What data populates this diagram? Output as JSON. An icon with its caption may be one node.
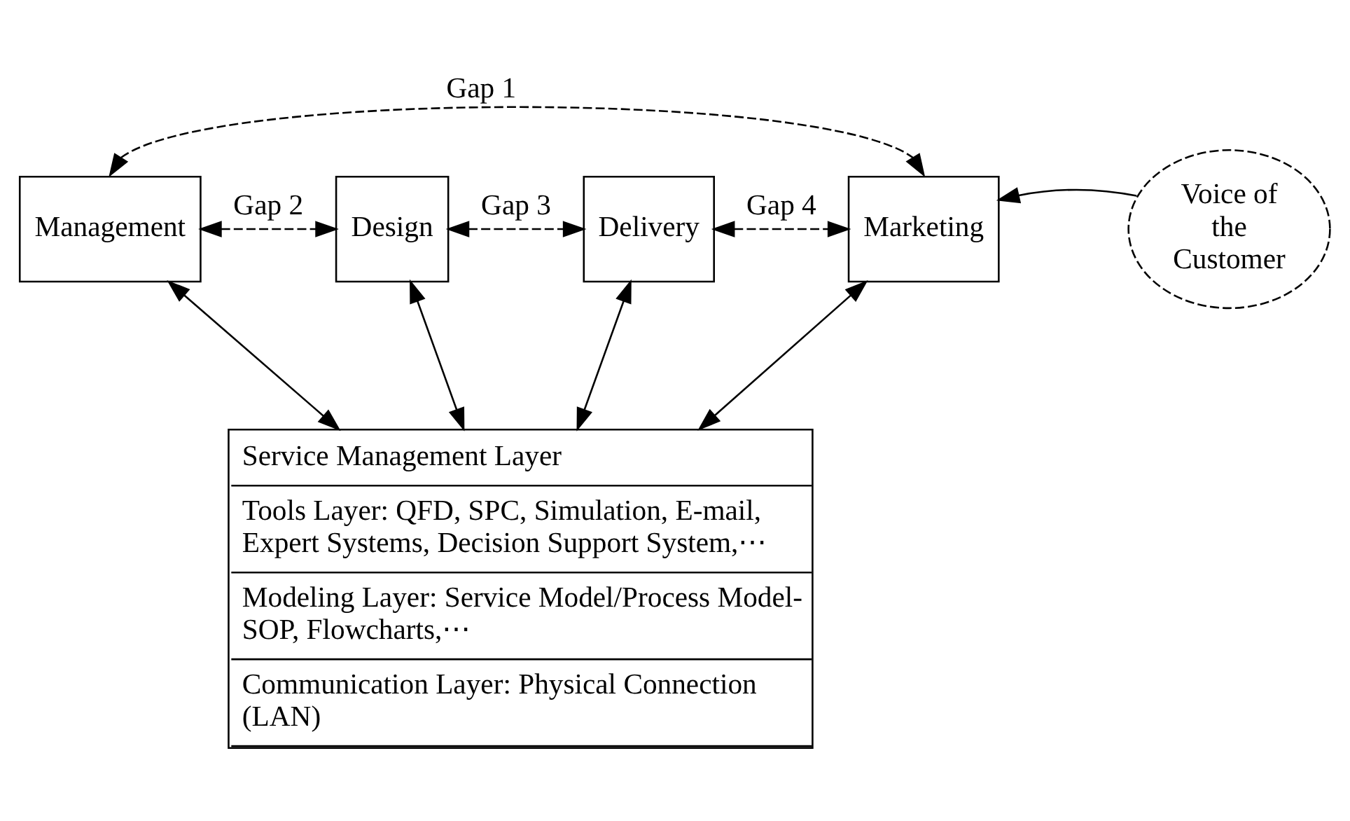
{
  "diagram": {
    "nodes": [
      {
        "text": [
          "Management"
        ]
      },
      {
        "text": [
          "Design"
        ]
      },
      {
        "text": [
          "Delivery"
        ]
      },
      {
        "text": [
          "Marketing"
        ]
      },
      {
        "text": [
          "Voice of the Customer"
        ]
      },
      {
        "text": [
          "Service Management Layer",
          "Tools Layer: QFD, SPC, Simulation, E-mail, Expert Systems, Decision Support System,⋯",
          "Modeling Layer: Service Model/Process Model-SOP, Flowcharts,⋯",
          "Communication Layer: Physical Connection (LAN)"
        ]
      }
    ],
    "edges": [
      {
        "from": 0,
        "to": 3,
        "arrow": "both",
        "style": "dashed",
        "label": "Gap 1"
      },
      {
        "from": 0,
        "to": 1,
        "arrow": "both",
        "style": "dashed",
        "label": "Gap 2"
      },
      {
        "from": 1,
        "to": 2,
        "arrow": "both",
        "style": "dashed",
        "label": "Gap 3"
      },
      {
        "from": 2,
        "to": 3,
        "arrow": "both",
        "style": "dashed",
        "label": "Gap 4"
      },
      {
        "from": 4,
        "to": 3,
        "arrow": "to"
      },
      {
        "from": 0,
        "to": 5,
        "arrow": "both"
      },
      {
        "from": 1,
        "to": 5,
        "arrow": "both"
      },
      {
        "from": 2,
        "to": 5,
        "arrow": "both"
      },
      {
        "from": 3,
        "to": 5,
        "arrow": "both"
      }
    ]
  }
}
